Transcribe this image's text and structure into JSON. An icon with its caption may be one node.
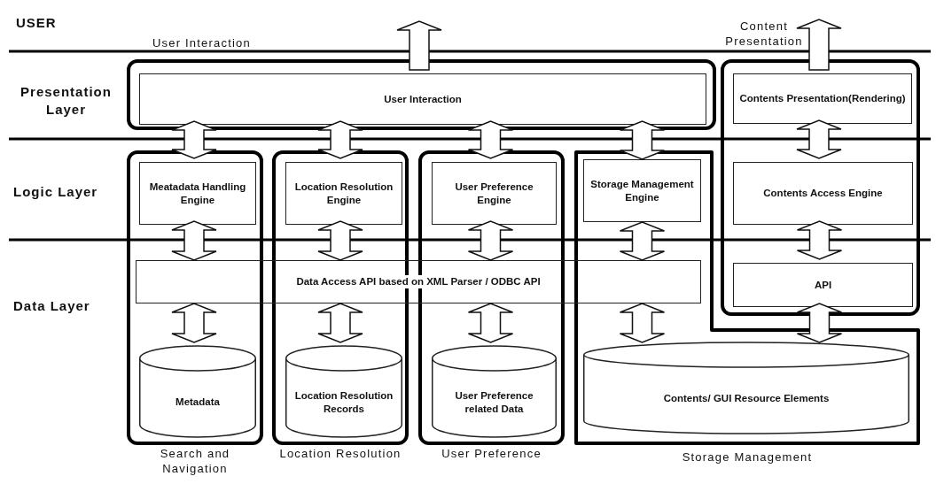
{
  "diagram": {
    "nodes": [
      {
        "text": [],
        "shape": "box"
      },
      {
        "text": [
          "User Interaction"
        ],
        "in": 0
      },
      {
        "text": [],
        "shape": "box"
      },
      {
        "text": [
          "Contents Presentation(Rendering)"
        ],
        "in": 2
      },
      {
        "text": [
          "Search and Navigation"
        ]
      },
      {
        "text": [
          "Meatadata Handling Engine"
        ],
        "in": 4
      },
      {
        "text": [
          "Location Resolution"
        ]
      },
      {
        "text": [
          "Location Resolution Engine"
        ],
        "in": 6
      },
      {
        "text": [
          "User Preference"
        ]
      },
      {
        "text": [
          "User Preference Engine"
        ],
        "in": 8
      },
      {
        "text": [
          "Storage Management"
        ]
      },
      {
        "text": [
          "Storage Management Engine"
        ],
        "in": 10
      },
      {
        "text": [
          "Contents Access Engine"
        ],
        "in": 2
      },
      {
        "text": [
          "Data Access API based on XML Parser / ODBC API"
        ]
      },
      {
        "text": [
          "API"
        ],
        "in": 2
      },
      {
        "text": [
          "Metadata"
        ],
        "in": 4
      },
      {
        "text": [
          "Location Resolution Records"
        ],
        "in": 6
      },
      {
        "text": [
          "User Preference related Data"
        ],
        "in": 8
      },
      {
        "text": [
          "Contents/ GUI Resource Elements"
        ],
        "in": 10
      }
    ],
    "edges": [
      {
        "from": 1,
        "to": null,
        "arrow": "to"
      },
      {
        "from": 3,
        "to": null,
        "arrow": "to"
      },
      {
        "from": 1,
        "to": 5,
        "arrow": "both"
      },
      {
        "from": 1,
        "to": 7,
        "arrow": "both"
      },
      {
        "from": 1,
        "to": 9,
        "arrow": "both"
      },
      {
        "from": 1,
        "to": 11,
        "arrow": "both"
      },
      {
        "from": 3,
        "to": 12,
        "arrow": "both"
      },
      {
        "from": 5,
        "to": 13,
        "arrow": "both"
      },
      {
        "from": 7,
        "to": 13,
        "arrow": "both"
      },
      {
        "from": 9,
        "to": 13,
        "arrow": "both"
      },
      {
        "from": 11,
        "to": 13,
        "arrow": "both"
      },
      {
        "from": 12,
        "to": 14,
        "arrow": "both"
      },
      {
        "from": 13,
        "to": 15,
        "arrow": "both"
      },
      {
        "from": 13,
        "to": 16,
        "arrow": "both"
      },
      {
        "from": 13,
        "to": 17,
        "arrow": "both"
      },
      {
        "from": 13,
        "to": 18,
        "arrow": "both"
      },
      {
        "from": 14,
        "to": 18,
        "arrow": "both"
      }
    ],
    "labels": [
      "USER",
      "User Interaction",
      "Content Presentation",
      "Presentation Layer",
      "Logic Layer",
      "Data Layer"
    ]
  }
}
